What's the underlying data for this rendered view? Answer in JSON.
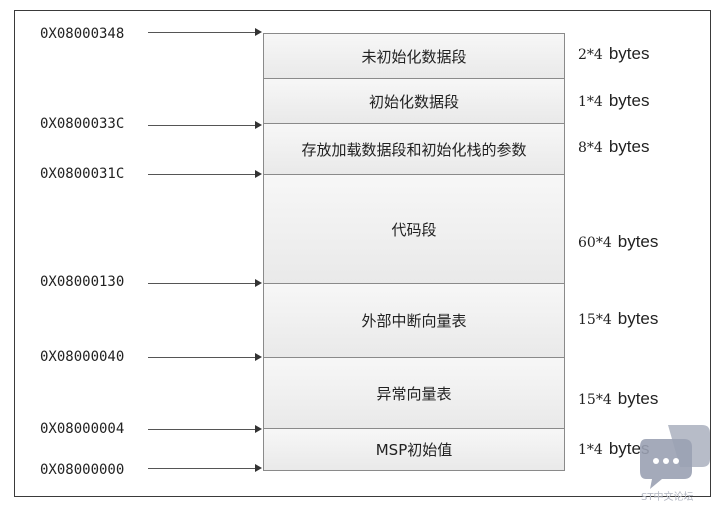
{
  "addresses": [
    "0X08000348",
    "0X0800033C",
    "0X0800031C",
    "0X08000130",
    "0X08000040",
    "0X08000004",
    "0X08000000"
  ],
  "segments": [
    {
      "label": "未初始化数据段",
      "size": "2*4",
      "unit": "bytes"
    },
    {
      "label": "初始化数据段",
      "size": "1*4",
      "unit": "bytes"
    },
    {
      "label": "存放加载数据段和初始化栈的参数",
      "size": "8*4",
      "unit": "bytes"
    },
    {
      "label": "代码段",
      "size": "60*4",
      "unit": "bytes"
    },
    {
      "label": "外部中断向量表",
      "size": "15*4",
      "unit": "bytes"
    },
    {
      "label": "异常向量表",
      "size": "15*4",
      "unit": "bytes"
    },
    {
      "label": "MSP初始值",
      "size": "1*4",
      "unit": "bytes"
    }
  ],
  "watermark": {
    "text": "ST中文论坛",
    "icon": "chat-bubble-icon"
  }
}
